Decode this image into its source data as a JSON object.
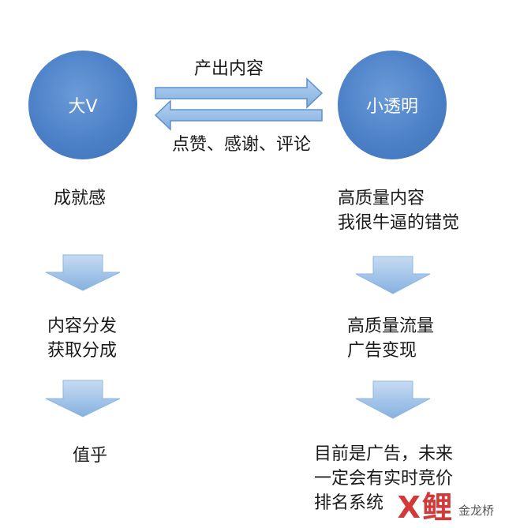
{
  "nodes": {
    "left": "大V",
    "right": "小透明"
  },
  "edges": {
    "produce": "产出内容",
    "praise": "点赞、感谢、评论"
  },
  "left_column": [
    "成就感",
    "内容分发\n获取分成",
    "值乎"
  ],
  "right_column": [
    "高质量内容\n我很牛逼的错觉",
    "高质量流量\n广告变现",
    "目前是广告，未来\n一定会有实时竞价\n排名系统"
  ],
  "watermark": {
    "brand": "X鲤",
    "text": "金龙桥"
  },
  "colors": {
    "node_fill": "#4a7fc6",
    "arrow_fill": "#9cc0e6",
    "arrow_stroke": "#5f8fcf"
  }
}
